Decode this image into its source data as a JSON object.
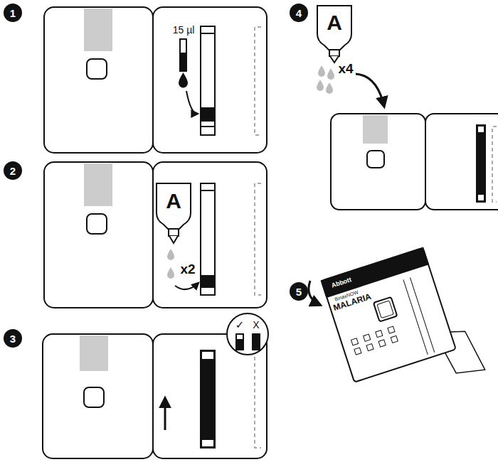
{
  "diagram": {
    "labels": [
      "1",
      "15 µl",
      "2",
      "A",
      "x2",
      "3",
      "✓",
      "X",
      "4",
      "A",
      "x4",
      "5",
      "Abbott",
      "BinaxNOW",
      "MALARIA"
    ]
  }
}
